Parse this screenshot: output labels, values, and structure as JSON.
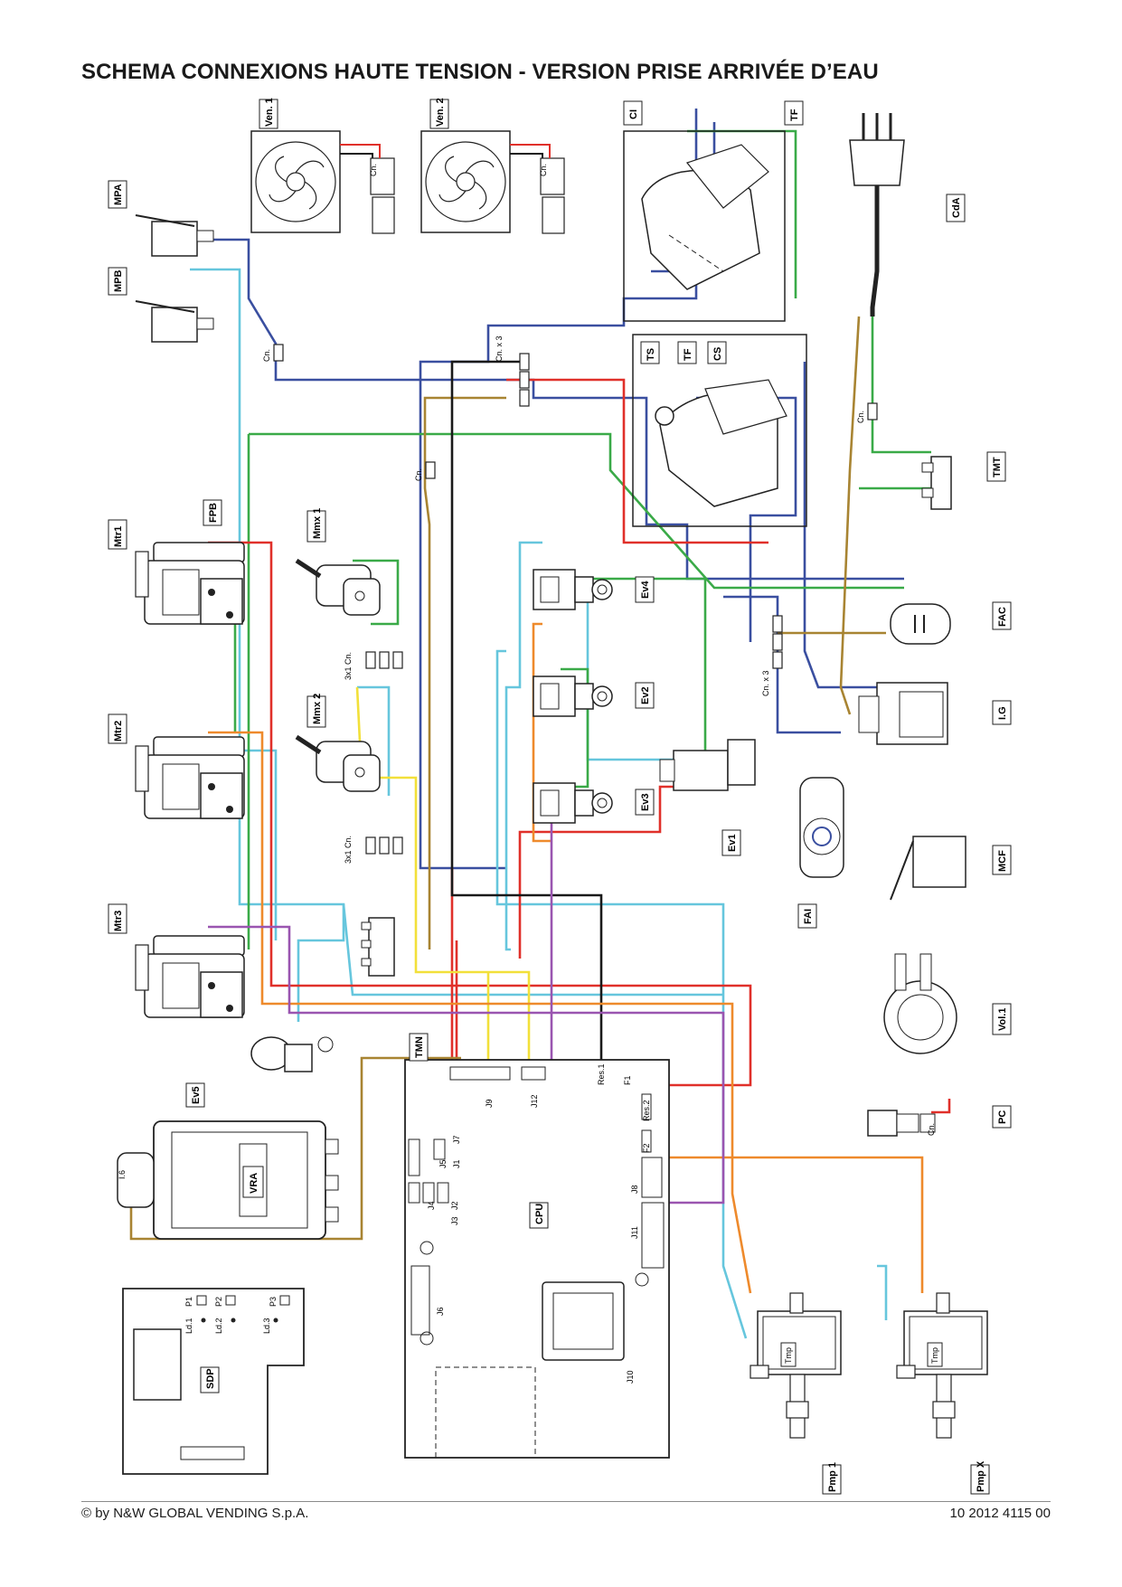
{
  "title": "SCHEMA CONNEXIONS HAUTE TENSION - VERSION PRISE ARRIVÉE D’EAU",
  "footer": {
    "copyright": "© by N&W GLOBAL VENDING S.p.A.",
    "doc_code": "10 2012 4115 00"
  },
  "components": {
    "ven1": "Ven. 1",
    "ven2": "Ven. 2",
    "ci": "CI",
    "tf_top": "TF",
    "cda": "CdA",
    "mpa": "MPA",
    "mpb": "MPB",
    "ts": "TS",
    "tf_mid": "TF",
    "cs": "CS",
    "tmt": "TMT",
    "mtr1": "Mtr1",
    "fpb": "FPB",
    "mtr2": "Mtr2",
    "mtr3": "Mtr3",
    "mmx1": "Mmx 1",
    "mmx2": "Mmx 2",
    "ev4": "Ev4",
    "ev2": "Ev2",
    "ev3": "Ev3",
    "ev1": "Ev1",
    "ev5": "Ev5",
    "fac": "FAC",
    "ig": "I.G",
    "mcf": "MCF",
    "fai": "FAI",
    "vol1": "Vol.1",
    "pc": "PC",
    "tmn": "TMN",
    "vra": "VRA",
    "sdp": "SDP",
    "cpu": "CPU",
    "pmp1": "Pmp 1",
    "pmpx": "Pmp X",
    "tmp": "Tmp",
    "i6": "I.6"
  },
  "connectors": {
    "cn": "Cn.",
    "cn_x3": "Cn. x 3",
    "cn_3x1": "3x1 Cn.",
    "j1": "J1",
    "j2": "J2",
    "j3": "J3",
    "j4": "J4",
    "j5": "J5",
    "j6": "J6",
    "j7": "J7",
    "j8": "J8",
    "j9": "J9",
    "j10": "J10",
    "j11": "J11",
    "j12": "J12",
    "res1": "Res.1",
    "res2": "Res.2",
    "f1": "F1",
    "f2": "F2",
    "p1": "P1",
    "p2": "P2",
    "p3": "P3",
    "ld1": "Ld.1",
    "ld2": "Ld.2",
    "ld3": "Ld.3"
  },
  "wire_colors": {
    "blue": "#3a4fa0",
    "light_blue": "#66c6dd",
    "green": "#3aaa48",
    "red": "#e0302a",
    "brown": "#a88432",
    "black": "#1a1a1a",
    "yellow": "#f2e03a",
    "orange": "#ee8a2c",
    "violet": "#9a55b0",
    "gray": "#9a9a9a"
  }
}
